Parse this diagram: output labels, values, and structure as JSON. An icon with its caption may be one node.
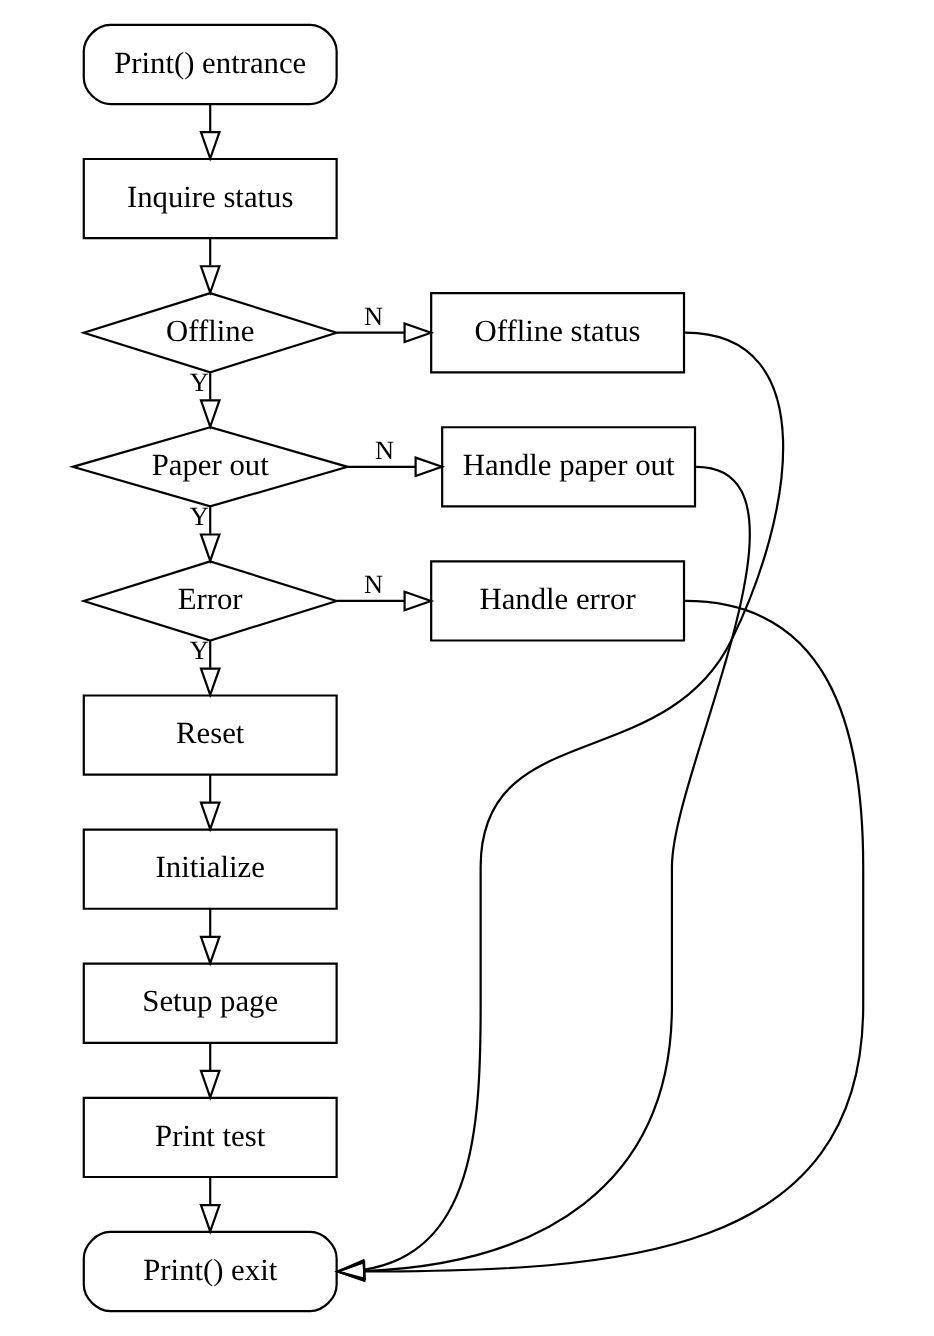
{
  "diagram": {
    "nodes": [
      {
        "text": [
          "Print() entrance"
        ]
      },
      {
        "text": [
          "Inquire status"
        ]
      },
      {
        "text": [
          "Offline"
        ]
      },
      {
        "text": [
          "Offline status"
        ]
      },
      {
        "text": [
          "Paper out"
        ]
      },
      {
        "text": [
          "Handle paper out"
        ]
      },
      {
        "text": [
          "Error"
        ]
      },
      {
        "text": [
          "Handle error"
        ]
      },
      {
        "text": [
          "Reset"
        ]
      },
      {
        "text": [
          "Initialize"
        ]
      },
      {
        "text": [
          "Setup page"
        ]
      },
      {
        "text": [
          "Print test"
        ]
      },
      {
        "text": [
          "Print() exit"
        ]
      }
    ],
    "edges": [
      {
        "from": 0,
        "to": 1,
        "arrow": "to"
      },
      {
        "from": 1,
        "to": 2,
        "arrow": "to"
      },
      {
        "from": 2,
        "to": 3,
        "arrow": "to",
        "label": "N"
      },
      {
        "from": 2,
        "to": 4,
        "arrow": "to",
        "label": "Y"
      },
      {
        "from": 4,
        "to": 5,
        "arrow": "to",
        "label": "N"
      },
      {
        "from": 4,
        "to": 6,
        "arrow": "to",
        "label": "Y"
      },
      {
        "from": 6,
        "to": 7,
        "arrow": "to",
        "label": "N"
      },
      {
        "from": 6,
        "to": 8,
        "arrow": "to",
        "label": "Y"
      },
      {
        "from": 8,
        "to": 9,
        "arrow": "to"
      },
      {
        "from": 9,
        "to": 10,
        "arrow": "to"
      },
      {
        "from": 10,
        "to": 11,
        "arrow": "to"
      },
      {
        "from": 11,
        "to": 12,
        "arrow": "to"
      },
      {
        "from": 3,
        "to": 12,
        "arrow": "to"
      },
      {
        "from": 5,
        "to": 12,
        "arrow": "to"
      },
      {
        "from": 7,
        "to": 12,
        "arrow": "to"
      }
    ]
  }
}
